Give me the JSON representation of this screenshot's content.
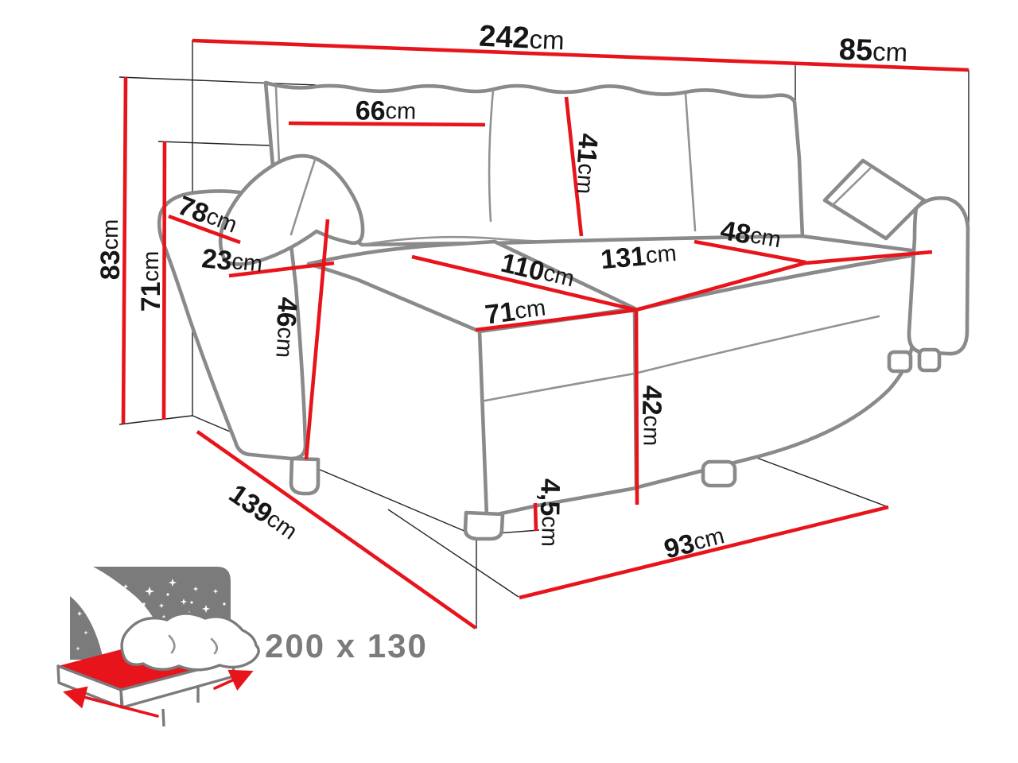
{
  "diagram": {
    "kind": "corner sofa-bed dimension drawing",
    "unit": "cm",
    "palette": {
      "dimension_red": "#e8141b",
      "sofa_outline_grey": "#8a8a8a",
      "label_black": "#161616",
      "icon_grey": "#7b7b7b",
      "background": "#ffffff"
    }
  },
  "dimensions": {
    "overall_width": {
      "value": "242",
      "unit": "cm"
    },
    "overall_depth": {
      "value": "85",
      "unit": "cm"
    },
    "back_cushion_width": {
      "value": "66",
      "unit": "cm"
    },
    "back_cushion_height": {
      "value": "41",
      "unit": "cm"
    },
    "overall_height": {
      "value": "83",
      "unit": "cm"
    },
    "backrest_height": {
      "value": "71",
      "unit": "cm"
    },
    "armrest_depth": {
      "value": "78",
      "unit": "cm"
    },
    "armrest_width": {
      "value": "23",
      "unit": "cm"
    },
    "armrest_height": {
      "value": "46",
      "unit": "cm"
    },
    "chaise_length": {
      "value": "110",
      "unit": "cm"
    },
    "chaise_seat_width": {
      "value": "71",
      "unit": "cm"
    },
    "seat_length": {
      "value": "131",
      "unit": "cm"
    },
    "seat_depth": {
      "value": "48",
      "unit": "cm"
    },
    "seat_height": {
      "value": "42",
      "unit": "cm"
    },
    "base_clearance": {
      "value": "4,5",
      "unit": "cm"
    },
    "footprint_depth": {
      "value": "139",
      "unit": "cm"
    },
    "footprint_width": {
      "value": "93",
      "unit": "cm"
    }
  },
  "sleeping_function": {
    "icon": "sofa-bed-sleeping-function-icon",
    "bed_size_label": "200 x 130"
  }
}
